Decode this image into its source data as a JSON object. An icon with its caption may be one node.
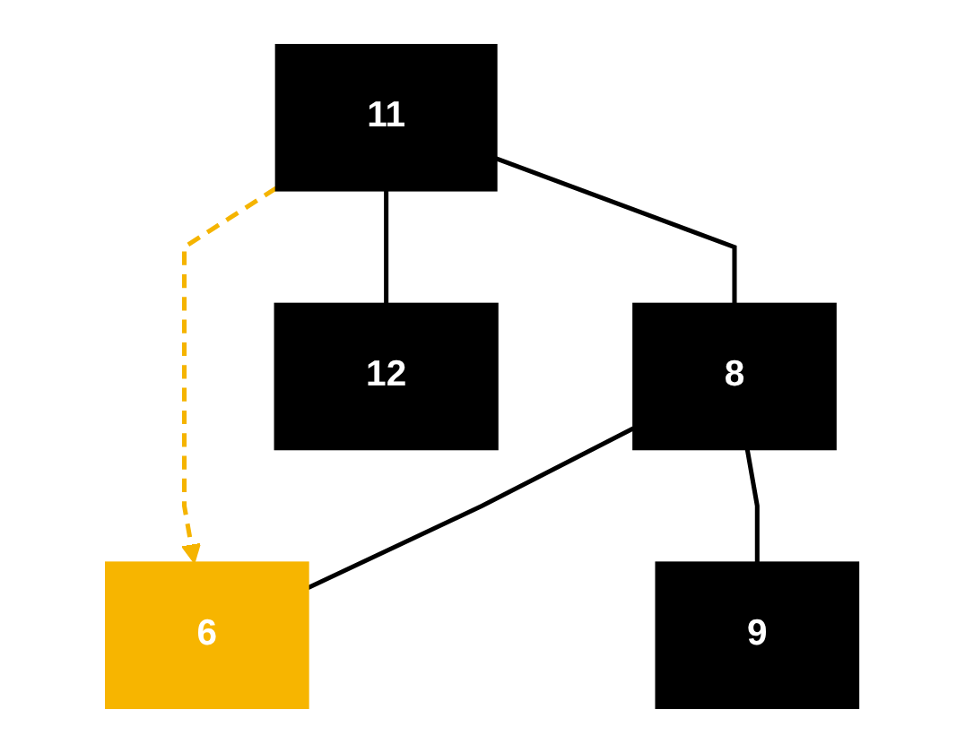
{
  "diagram": {
    "nodes": [
      {
        "text": [
          "11"
        ]
      },
      {
        "text": [
          "8"
        ]
      },
      {
        "text": [
          "12"
        ]
      },
      {
        "text": [
          "6"
        ]
      },
      {
        "text": [
          "9"
        ]
      }
    ],
    "edges": [
      {
        "from": 0,
        "to": 1,
        "arrow": "none"
      },
      {
        "from": 0,
        "to": 2,
        "arrow": "none"
      },
      {
        "from": 1,
        "to": 3,
        "arrow": "none"
      },
      {
        "from": 1,
        "to": 4,
        "arrow": "none"
      },
      {
        "from": 0,
        "to": 3,
        "arrow": "to",
        "style": "dashed",
        "color": "#f5b400"
      }
    ]
  }
}
